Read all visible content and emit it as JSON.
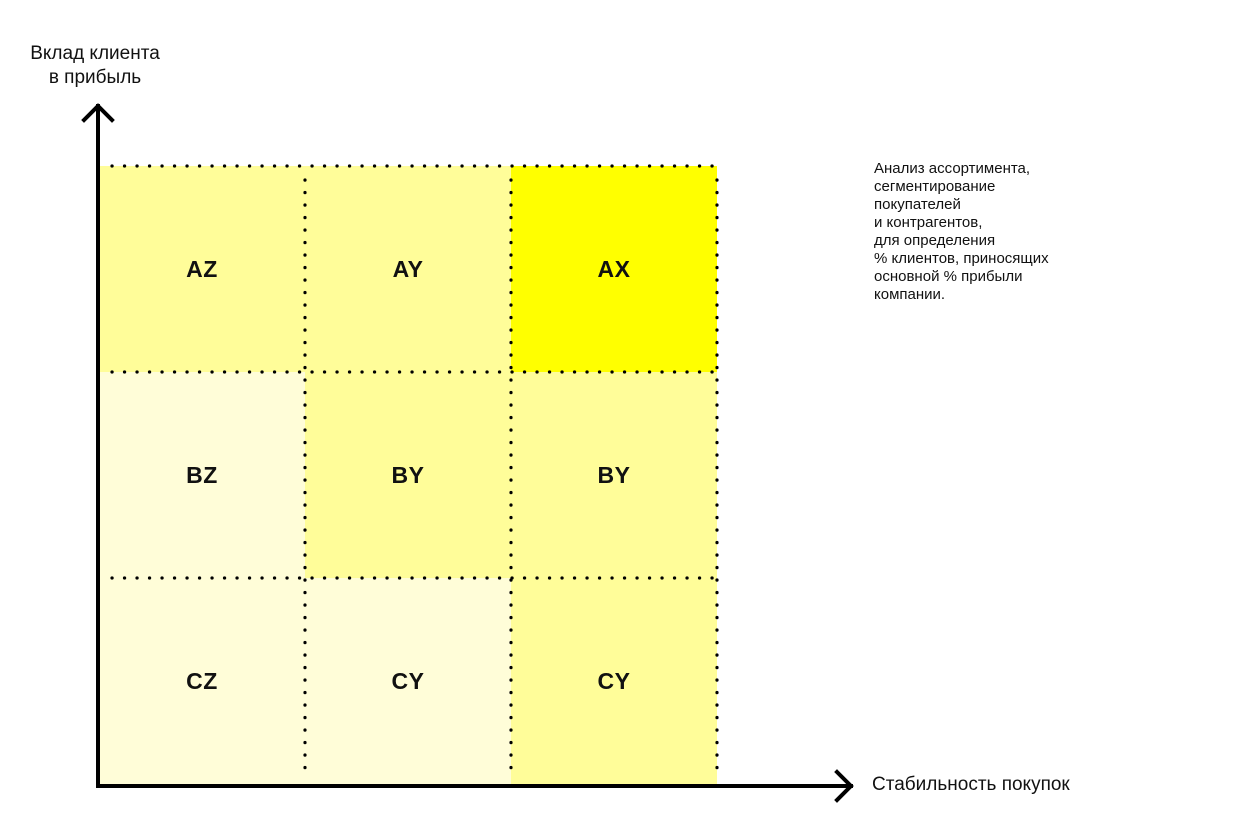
{
  "axes": {
    "y_title": "Вклад клиента\nв прибыль",
    "x_title": "Стабильность покупок"
  },
  "description": "Анализ ассортимента,\nсегментирование\nпокупателей\nи контрагентов,\nдля определения\n% клиентов, приносящих\nосновной %  прибыли\nкомпании.",
  "colors": {
    "strong": "#ffff00",
    "medium": "#fffd99",
    "light": "#fffdd8",
    "axis": "#000000"
  },
  "matrix": [
    [
      {
        "label": "AZ",
        "shade": "medium"
      },
      {
        "label": "AY",
        "shade": "medium"
      },
      {
        "label": "AX",
        "shade": "strong"
      }
    ],
    [
      {
        "label": "BZ",
        "shade": "light"
      },
      {
        "label": "BY",
        "shade": "medium"
      },
      {
        "label": "BY",
        "shade": "medium"
      }
    ],
    [
      {
        "label": "CZ",
        "shade": "light"
      },
      {
        "label": "CY",
        "shade": "light"
      },
      {
        "label": "CY",
        "shade": "medium"
      }
    ]
  ]
}
